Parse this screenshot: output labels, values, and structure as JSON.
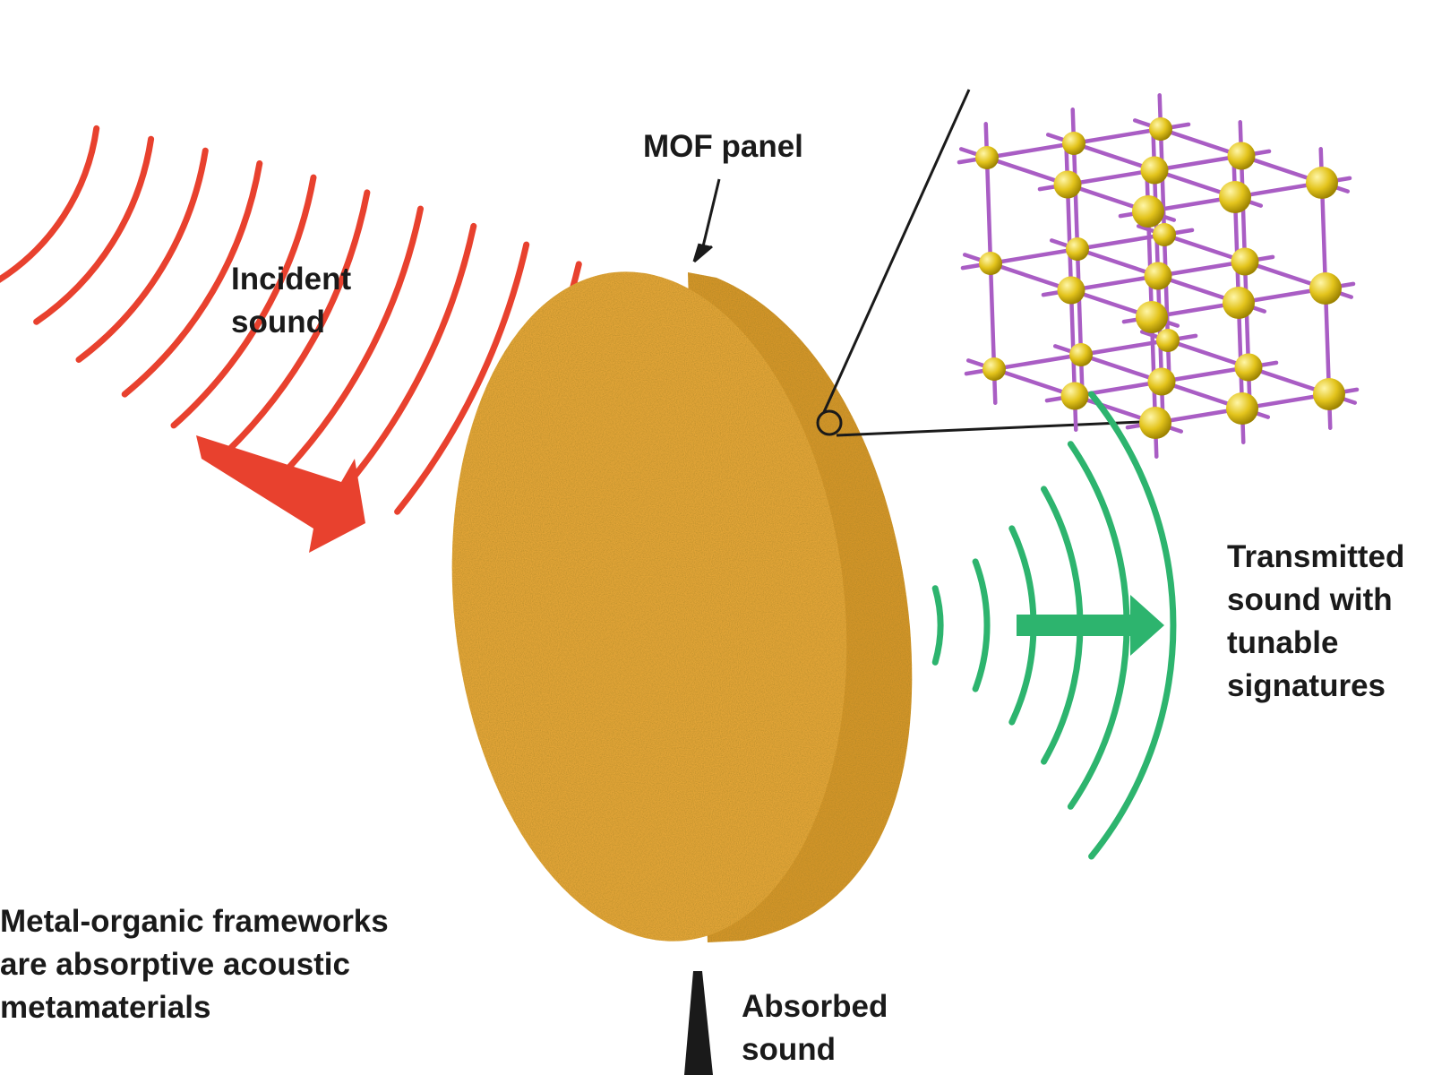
{
  "colors": {
    "incident": "#e8412e",
    "transmitted": "#2db46e",
    "panel_front": "#e3a538",
    "panel_edge": "#d4952a",
    "atom": "#e3c41c",
    "atom_highlight": "#fff6a8",
    "bond": "#a95dc4",
    "line": "#1a1a1a"
  },
  "labels": {
    "mof_panel": "MOF panel",
    "incident": [
      "Incident",
      "sound"
    ],
    "transmitted": [
      "Transmitted",
      "sound with",
      "tunable",
      "signatures"
    ],
    "absorbed": [
      "Absorbed",
      "sound"
    ],
    "caption": [
      "Metal-organic frameworks",
      "are absorptive acoustic",
      "metamaterials"
    ]
  },
  "icons": {
    "panel": "mof-panel-disc",
    "lattice": "metal-organic-framework-lattice",
    "incident_arrow": "incident-arrow-icon",
    "transmitted_arrow": "transmitted-arrow-icon",
    "absorbed_arrow": "absorbed-wedge-icon"
  }
}
